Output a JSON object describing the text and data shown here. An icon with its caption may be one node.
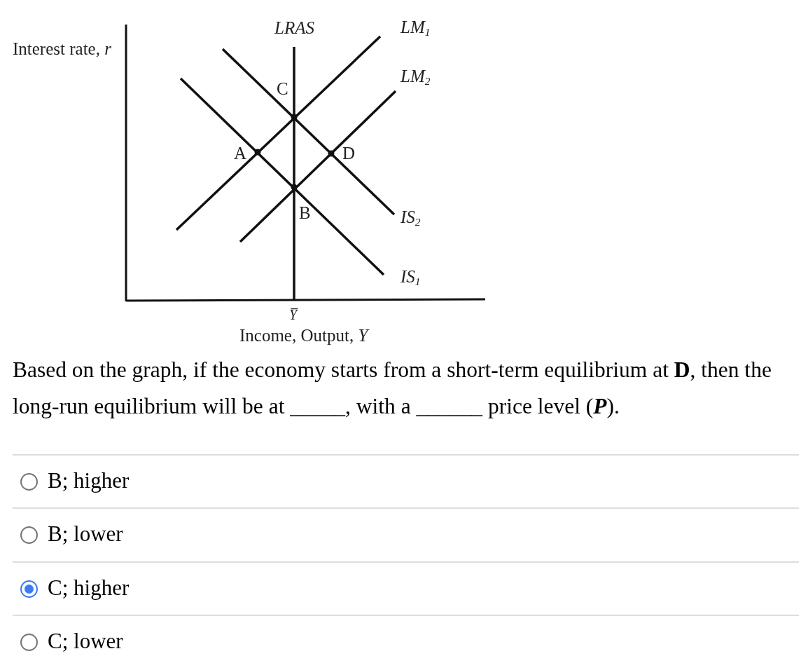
{
  "diagram": {
    "labels": [
      "Interest rate, *r*",
      "LRAS",
      "LM$_{1}$",
      "LM$_{2}$",
      "C",
      "A",
      "D",
      "B",
      "IS$_{2}$",
      "IS$_{1}$",
      "Y̅",
      "Income, Output, *Y*",
      "Based on the graph, if the economy starts from a short-term equilibrium at **D**, then the long-run equilibrium will be at _____, with a ______ price level (**P**).",
      "B; higher",
      "B; lower",
      "C; higher",
      "C; lower"
    ]
  }
}
